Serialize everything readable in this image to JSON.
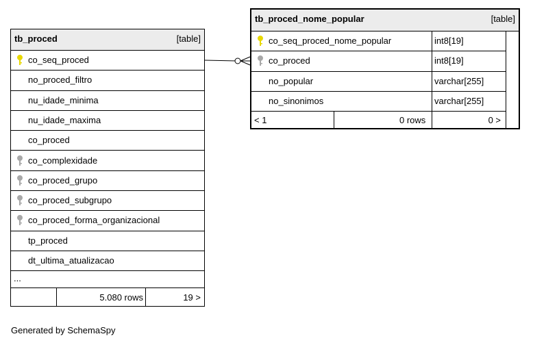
{
  "tables": {
    "tb_proced": {
      "name": "tb_proced",
      "kind": "[table]",
      "columns": [
        {
          "name": "co_seq_proced",
          "key": "primary"
        },
        {
          "name": "no_proced_filtro",
          "key": "none"
        },
        {
          "name": "nu_idade_minima",
          "key": "none"
        },
        {
          "name": "nu_idade_maxima",
          "key": "none"
        },
        {
          "name": "co_proced",
          "key": "none"
        },
        {
          "name": "co_complexidade",
          "key": "foreign"
        },
        {
          "name": "co_proced_grupo",
          "key": "foreign"
        },
        {
          "name": "co_proced_subgrupo",
          "key": "foreign"
        },
        {
          "name": "co_proced_forma_organizacional",
          "key": "foreign"
        },
        {
          "name": "tp_proced",
          "key": "none"
        },
        {
          "name": "dt_ultima_atualizacao",
          "key": "none"
        }
      ],
      "more": "...",
      "footer": {
        "left": "",
        "rows": "5.080 rows",
        "children": "19 >"
      }
    },
    "tb_proced_nome_popular": {
      "name": "tb_proced_nome_popular",
      "kind": "[table]",
      "columns": [
        {
          "name": "co_seq_proced_nome_popular",
          "type": "int8[19]",
          "key": "primary"
        },
        {
          "name": "co_proced",
          "type": "int8[19]",
          "key": "foreign"
        },
        {
          "name": "no_popular",
          "type": "varchar[255]",
          "key": "none"
        },
        {
          "name": "no_sinonimos",
          "type": "varchar[255]",
          "key": "none"
        }
      ],
      "footer": {
        "left": "< 1",
        "rows": "0 rows",
        "children": "0 >"
      }
    }
  },
  "generated_by": "Generated by SchemaSpy",
  "colors": {
    "primary_key": "#e8d800",
    "foreign_key": "#a8a8a8",
    "header": "#ececec"
  }
}
